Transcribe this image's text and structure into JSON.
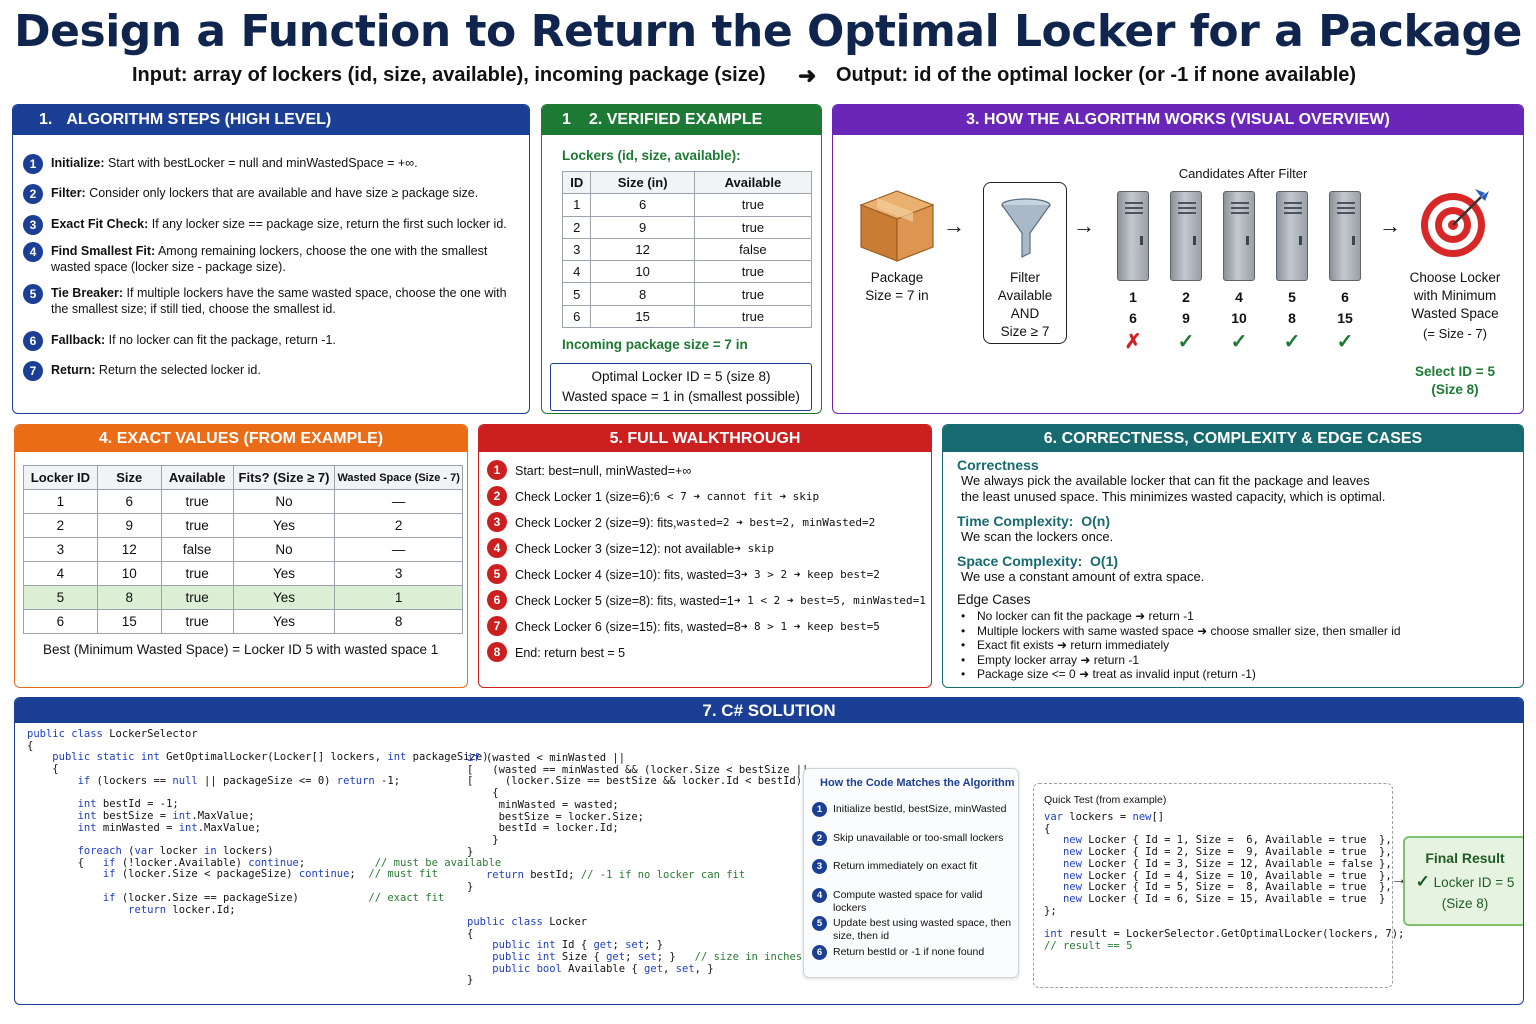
{
  "title": "Design a Function to Return the Optimal Locker for a Package",
  "subtitle": {
    "input": "Input: array of lockers (id, size, available), incoming package (size)",
    "arrow": "➜",
    "output": "Output: id of the optimal locker (or -1 if none available)"
  },
  "panel1": {
    "number": "1.",
    "header": "ALGORITHM STEPS (HIGH LEVEL)",
    "steps": [
      {
        "n": "1",
        "bold": "Initialize:",
        "text": " Start with bestLocker = null and minWastedSpace = +∞."
      },
      {
        "n": "2",
        "bold": "Filter:",
        "text": " Consider only lockers that are available and have size ≥ package size."
      },
      {
        "n": "3",
        "bold": "Exact Fit Check:",
        "text": " If any locker size == package size, return the first such locker id."
      },
      {
        "n": "4",
        "bold": "Find Smallest Fit:",
        "text": " Among remaining lockers, choose the one with the smallest wasted space (locker size - package size)."
      },
      {
        "n": "5",
        "bold": "Tie Breaker:",
        "text": " If multiple lockers have the same wasted space, choose the one with the smallest size; if still tied, choose the smallest id."
      },
      {
        "n": "6",
        "bold": "Fallback:",
        "text": " If no locker can fit the package, return -1."
      },
      {
        "n": "7",
        "bold": "Return:",
        "text": " Return the selected locker id."
      }
    ]
  },
  "panel2": {
    "number": "1",
    "header": "2. VERIFIED EXAMPLE",
    "lockers_label": "Lockers (id, size, available):",
    "columns": [
      "ID",
      "Size (in)",
      "Available"
    ],
    "rows": [
      [
        "1",
        "6",
        "true"
      ],
      [
        "2",
        "9",
        "true"
      ],
      [
        "3",
        "12",
        "false"
      ],
      [
        "4",
        "10",
        "true"
      ],
      [
        "5",
        "8",
        "true"
      ],
      [
        "6",
        "15",
        "true"
      ]
    ],
    "incoming": "Incoming package size = 7 in",
    "result_line1": "Optimal Locker ID = 5 (size 8)",
    "result_line2": "Wasted space = 1 in (smallest possible)"
  },
  "panel3": {
    "header": "3. HOW THE ALGORITHM WORKS (VISUAL OVERVIEW)",
    "package_label1": "Package",
    "package_label2": "Size = 7 in",
    "filter_label1": "Filter",
    "filter_label2": "Available",
    "filter_label3": "AND",
    "filter_label4": "Size ≥ 7",
    "candidates_label": "Candidates After Filter",
    "lockers": [
      {
        "id": "1",
        "size": "6",
        "mark": "✗",
        "fits": false
      },
      {
        "id": "2",
        "size": "9",
        "mark": "✓",
        "fits": true
      },
      {
        "id": "4",
        "size": "10",
        "mark": "✓",
        "fits": true
      },
      {
        "id": "5",
        "size": "8",
        "mark": "✓",
        "fits": true
      },
      {
        "id": "6",
        "size": "15",
        "mark": "✓",
        "fits": true
      }
    ],
    "choose1": "Choose Locker",
    "choose2": "with Minimum",
    "choose3": "Wasted Space",
    "choose4": "(= Size - 7)",
    "select1": "Select ID = 5",
    "select2": "(Size 8)",
    "arrow": "→"
  },
  "panel4": {
    "header": "4. EXACT VALUES (FROM EXAMPLE)",
    "columns": [
      "Locker ID",
      "Size",
      "Available",
      "Fits? (Size ≥ 7)",
      "Wasted Space (Size - 7)"
    ],
    "rows": [
      [
        "1",
        "6",
        "true",
        "No",
        "—"
      ],
      [
        "2",
        "9",
        "true",
        "Yes",
        "2"
      ],
      [
        "3",
        "12",
        "false",
        "No",
        "—"
      ],
      [
        "4",
        "10",
        "true",
        "Yes",
        "3"
      ],
      [
        "5",
        "8",
        "true",
        "Yes",
        "1"
      ],
      [
        "6",
        "15",
        "true",
        "Yes",
        "8"
      ]
    ],
    "highlight_row": 4,
    "best": "Best (Minimum Wasted Space) = Locker ID 5 with wasted space 1"
  },
  "panel5": {
    "header": "5. FULL WALKTHROUGH",
    "steps": [
      {
        "n": "1",
        "text": "Start: best=null, minWasted=+∞",
        "mono": ""
      },
      {
        "n": "2",
        "text": "Check Locker 1 (size=6): ",
        "mono": "6 < 7 ➜ cannot fit ➜ skip"
      },
      {
        "n": "3",
        "text": "Check Locker 2 (size=9): fits, ",
        "mono": "wasted=2 ➜ best=2, minWasted=2"
      },
      {
        "n": "4",
        "text": "Check Locker 3 (size=12): not available ",
        "mono": "➜ skip"
      },
      {
        "n": "5",
        "text": "Check Locker 4 (size=10): fits, wasted=3 ",
        "mono": "➜ 3 > 2 ➜ keep best=2"
      },
      {
        "n": "6",
        "text": "Check Locker 5 (size=8): fits, wasted=1 ",
        "mono": "➜ 1 < 2 ➜ best=5, minWasted=1"
      },
      {
        "n": "7",
        "text": "Check Locker 6 (size=15): fits, wasted=8 ",
        "mono": "➜ 8 > 1 ➜ keep best=5"
      },
      {
        "n": "8",
        "text": "End: return best = 5",
        "mono": ""
      }
    ]
  },
  "panel6": {
    "header": "6. CORRECTNESS, COMPLEXITY & EDGE CASES",
    "correctness_title": "Correctness",
    "correctness_line1": "We always pick the available locker that can fit the package and leaves",
    "correctness_line2": "the least unused space. This minimizes wasted capacity, which is optimal.",
    "time_title": "Time Complexity:",
    "time_value": "O(n)",
    "time_text": "We scan the lockers once.",
    "space_title": "Space Complexity:",
    "space_value": "O(1)",
    "space_text": "We use a constant amount of extra space.",
    "edge_title": "Edge Cases",
    "edge_cases": [
      "No locker can fit the package ➜ return -1",
      "Multiple lockers with same wasted space ➜ choose smaller size, then smaller id",
      "Exact fit exists ➜ return immediately",
      "Empty locker array ➜ return -1",
      "Package size <= 0 ➜ treat as invalid input (return -1)"
    ]
  },
  "panel7": {
    "header": "7. C# SOLUTION",
    "code_left": [
      "public class LockerSelector",
      "{",
      "    public static int GetOptimalLocker(Locker[] lockers, int packageSize)",
      "    {",
      "        if (lockers == null || packageSize <= 0) return -1;",
      "",
      "        int bestId = -1;",
      "        int bestSize = int.MaxValue;",
      "        int minWasted = int.MaxValue;",
      "",
      "        foreach (var locker in lockers)",
      "        {   if (!locker.Available) continue;           // must be available",
      "            if (locker.Size < packageSize) continue;  // must fit",
      "",
      "            if (locker.Size == packageSize)           // exact fit",
      "                return locker.Id;"
    ],
    "code_mid": [
      "if (wasted < minWasted ||",
      "[   (wasted == minWasted && (locker.Size < bestSize ||",
      "[     (locker.Size == bestSize && locker.Id < bestId))))",
      "    {",
      "     minWasted = wasted;",
      "     bestSize = locker.Size;",
      "     bestId = locker.Id;",
      "    }",
      "}",
      "",
      "   return bestId; // -1 if no locker can fit",
      "}",
      "",
      "",
      "public class Locker",
      "{",
      "    public int Id { get; set; }",
      "    public int Size { get; set; }   // size in inches",
      "    public bool Available { get, set, }",
      "}"
    ],
    "how_title": "How the Code Matches the Algorithm",
    "how_items": [
      "Initialize bestId, bestSize, minWasted",
      "Skip unavailable or too-small lockers",
      "Return immediately on exact fit",
      "Compute wasted space for valid lockers",
      "Update best using wasted space, then size, then id",
      "Return bestId or -1 if none found"
    ],
    "quick_test_title": "Quick Test (from example)",
    "quick_test": [
      "var lockers = new[]",
      "{",
      "   new Locker { Id = 1, Size =  6, Available = true  },",
      "   new Locker { Id = 2, Size =  9, Available = true  },",
      "   new Locker { Id = 3, Size = 12, Available = false },",
      "   new Locker { Id = 4, Size = 10, Available = true  },",
      "   new Locker { Id = 5, Size =  8, Available = true  },",
      "   new Locker { Id = 6, Size = 15, Available = true  }",
      "};",
      "",
      "int result = LockerSelector.GetOptimalLocker(lockers, 7);",
      "// result == 5"
    ],
    "final_title": "Final Result",
    "final_line1": "Locker ID = 5",
    "final_line2": "(Size 8)"
  }
}
